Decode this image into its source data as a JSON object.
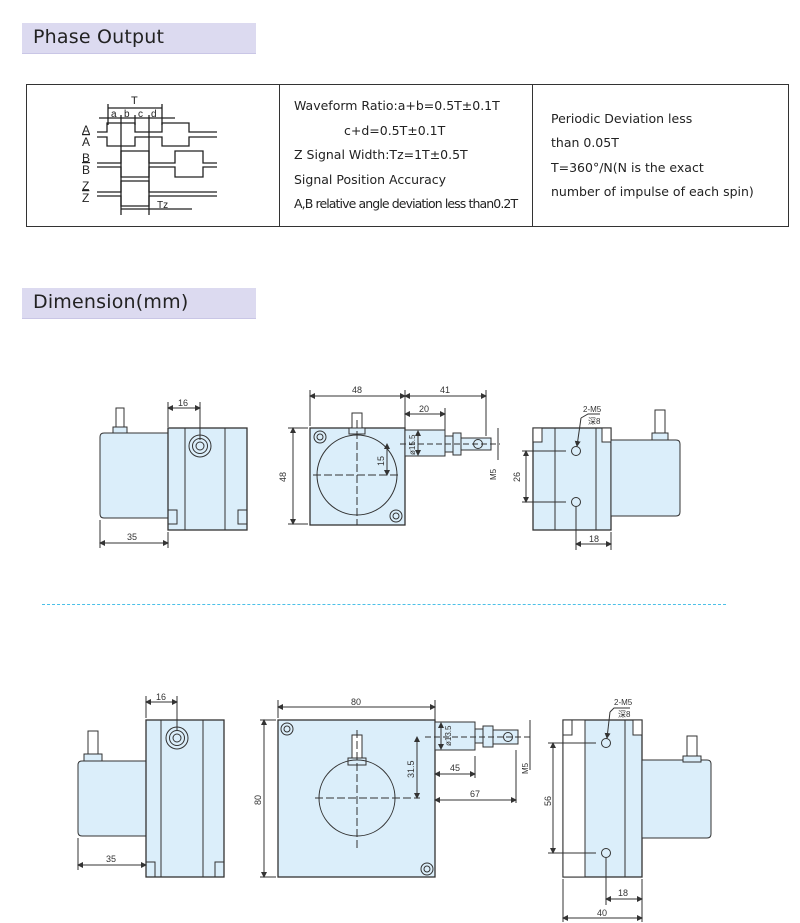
{
  "sections": {
    "phase_output": {
      "title": "Phase Output"
    },
    "dimension": {
      "title": "Dimension(mm)"
    }
  },
  "phase_table": {
    "waveform_labels": {
      "T": "T",
      "a": "a",
      "b": "b",
      "c": "c",
      "d": "d",
      "Tz": "Tz",
      "signals": [
        "A",
        "A",
        "B",
        "B",
        "Z",
        "Z"
      ]
    },
    "middle_lines": [
      "Waveform Ratio:a+b=0.5T±0.1T",
      "c+d=0.5T±0.1T",
      "Z Signal Width:Tz=1T±0.5T",
      "Signal Position Accuracy",
      "A,B relative angle deviation less than0.2T"
    ],
    "right_lines": [
      "Periodic Deviation less",
      "than 0.05T",
      "T=360°/N(N is the exact",
      "number of impulse of each spin)"
    ]
  },
  "drawings": {
    "small": {
      "side_left": {
        "dim_top": "16",
        "dim_bottom": "35"
      },
      "front": {
        "width": "48",
        "height": "48",
        "shaft_total": "41",
        "shaft_len": "20",
        "shaft_dia": "ø15.5",
        "center_offset": "15",
        "thread": "M5"
      },
      "side_right": {
        "hole_label": "2-M5",
        "hole_depth": "深8",
        "hole_spacing": "26",
        "hole_offset": "18"
      }
    },
    "large": {
      "side_left": {
        "dim_top": "16",
        "dim_bottom": "35"
      },
      "front": {
        "width": "80",
        "height": "80",
        "shaft_dia": "ø13.5",
        "center_offset": "31.5",
        "shaft_len": "45",
        "shaft_total": "67",
        "thread": "M5"
      },
      "side_right": {
        "hole_label": "2-M5",
        "hole_depth": "深8",
        "hole_spacing": "56",
        "hole_offset": "18",
        "width": "40"
      }
    }
  },
  "colors": {
    "header_bg": "#dcdaf0",
    "part_fill": "#dbeefa",
    "divider": "#4cc0e8"
  }
}
